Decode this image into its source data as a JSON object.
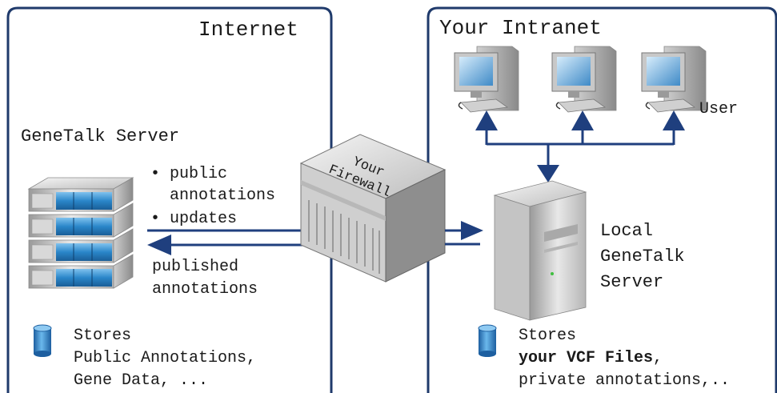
{
  "colors": {
    "frame": "#1f3a6b",
    "arrow": "#1f3f7e",
    "text": "#1a1a1a"
  },
  "internet": {
    "title": "Internet",
    "server_label": "GeneTalk Server",
    "bullets": [
      "public",
      "annotations",
      "updates"
    ],
    "published": [
      "published",
      "annotations"
    ],
    "stores": [
      "Stores",
      "Public Annotations,",
      "Gene Data, ..."
    ]
  },
  "firewall": {
    "label_line1": "Your",
    "label_line2": "Firewall"
  },
  "intranet": {
    "title": "Your Intranet",
    "user_label": "User",
    "local_server": [
      "Local",
      "GeneTalk",
      "Server"
    ],
    "stores_title": "Stores",
    "stores_bold": "your VCF Files",
    "stores_comma": ",",
    "stores_line3": "private annotations,.."
  },
  "icons": {
    "server_rack": "server-rack-icon",
    "database": "database-icon",
    "workstation": "workstation-icon",
    "tower": "tower-server-icon",
    "firewall": "firewall-box-icon"
  }
}
